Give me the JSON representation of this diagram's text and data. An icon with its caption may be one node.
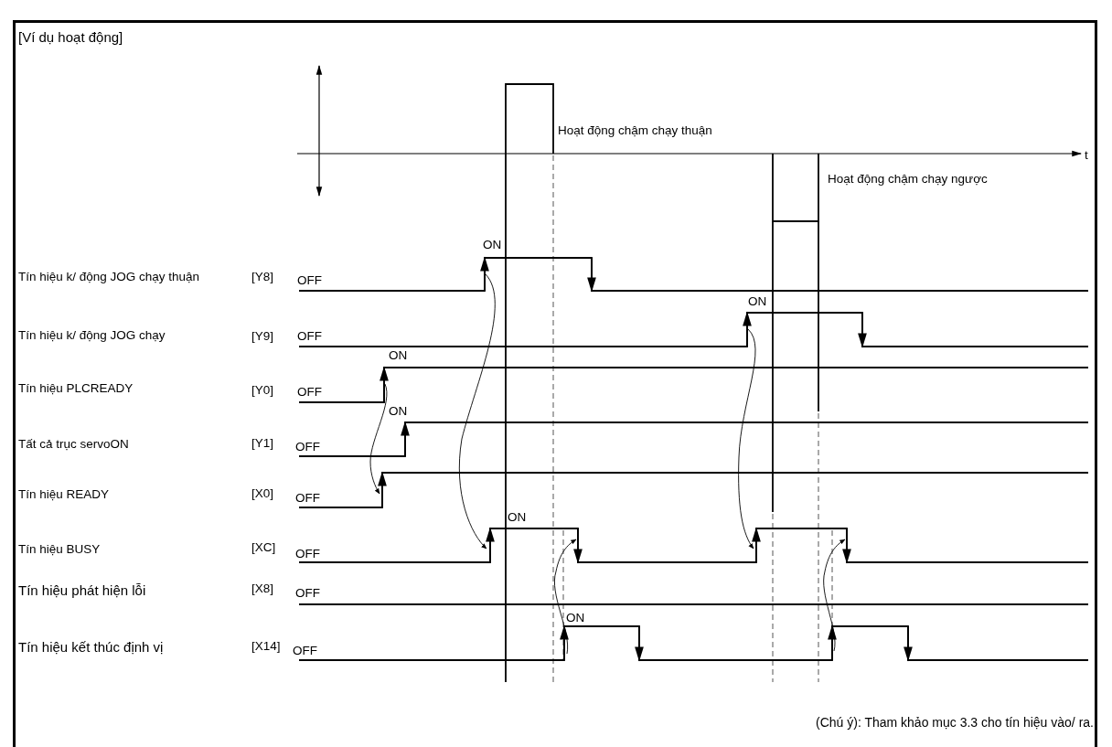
{
  "diagram": {
    "title": "[Ví dụ hoạt động]",
    "labels": [
      "Hoạt động chậm chạy thuận",
      "t",
      "Hoạt động chậm chạy ngược",
      "ON",
      "Tín hiệu k/ động JOG chạy thuận",
      "[Y8]",
      "OFF",
      "ON",
      "Tín hiệu k/ động JOG chạy",
      "[Y9]",
      "OFF",
      "ON",
      "Tín hiệu PLCREADY",
      "[Y0]",
      "OFF",
      "ON",
      "Tất cả trục servoON",
      "[Y1]",
      "OFF",
      "Tín hiệu READY",
      "[X0]",
      "OFF",
      "ON",
      "Tín hiệu BUSY",
      "[XC]",
      "OFF",
      "Tín hiệu phát hiện lỗi",
      "[X8]",
      "OFF",
      "ON",
      "Tín hiệu kết thúc định vị",
      "[X14]",
      "OFF",
      "(Chú ý): Tham khảo mục 3.3 cho tín hiệu vào/ ra."
    ]
  }
}
